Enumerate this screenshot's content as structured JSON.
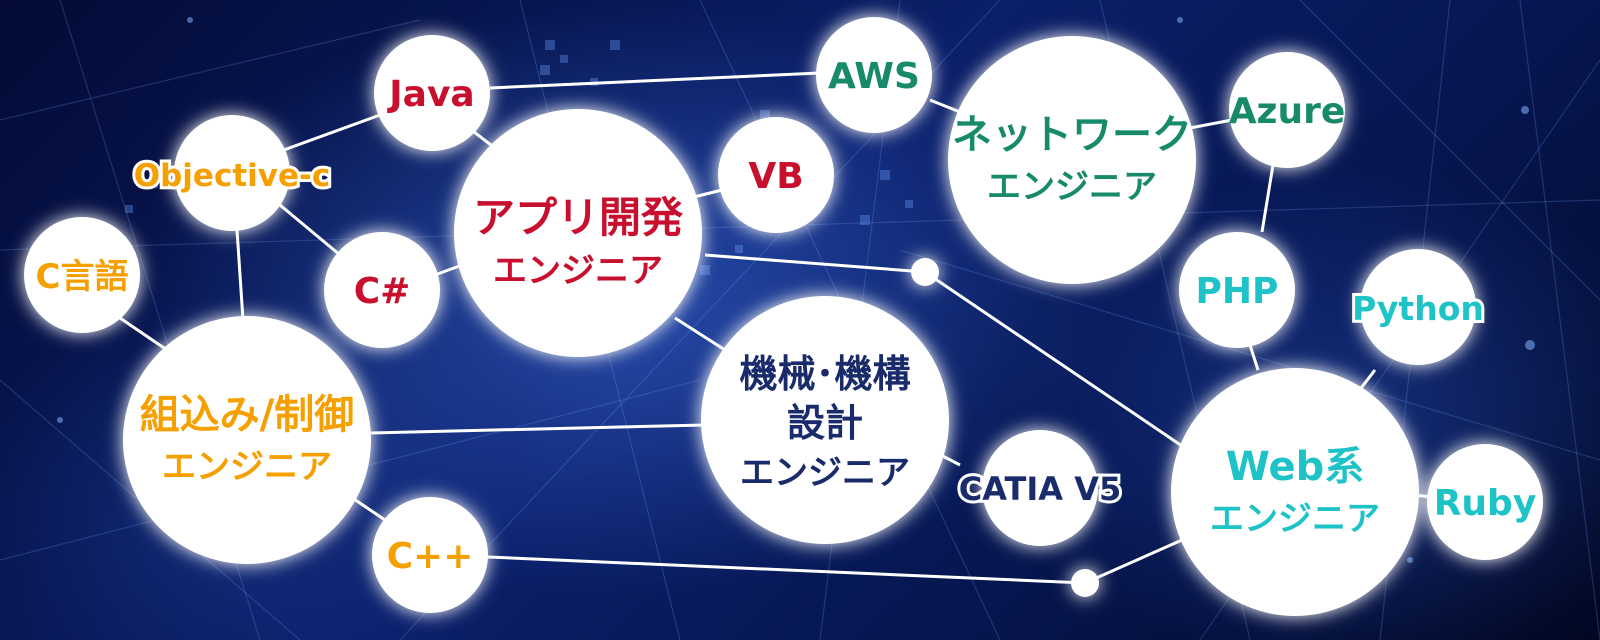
{
  "colors": {
    "app": "#c8102e",
    "embedded": "#f5a000",
    "network": "#178a6a",
    "web": "#1ec3c8",
    "mech": "#1a2b6b"
  },
  "nodes": {
    "java": "Java",
    "objective_c": "Objective-c",
    "c_lang": "C言語",
    "csharp": "C#",
    "app_engineer": [
      "アプリ開発",
      "エンジニア"
    ],
    "vb": "VB",
    "aws": "AWS",
    "network_engineer": [
      "ネットワーク",
      "エンジニア"
    ],
    "azure": "Azure",
    "php": "PHP",
    "python": "Python",
    "embedded_engineer": [
      "組込み/制御",
      "エンジニア"
    ],
    "mech_engineer": [
      "機械･機構",
      "設計",
      "エンジニア"
    ],
    "catia": "CATIA V5",
    "web_engineer": [
      "Web系",
      "エンジニア"
    ],
    "ruby": "Ruby",
    "cpp": "C++"
  }
}
